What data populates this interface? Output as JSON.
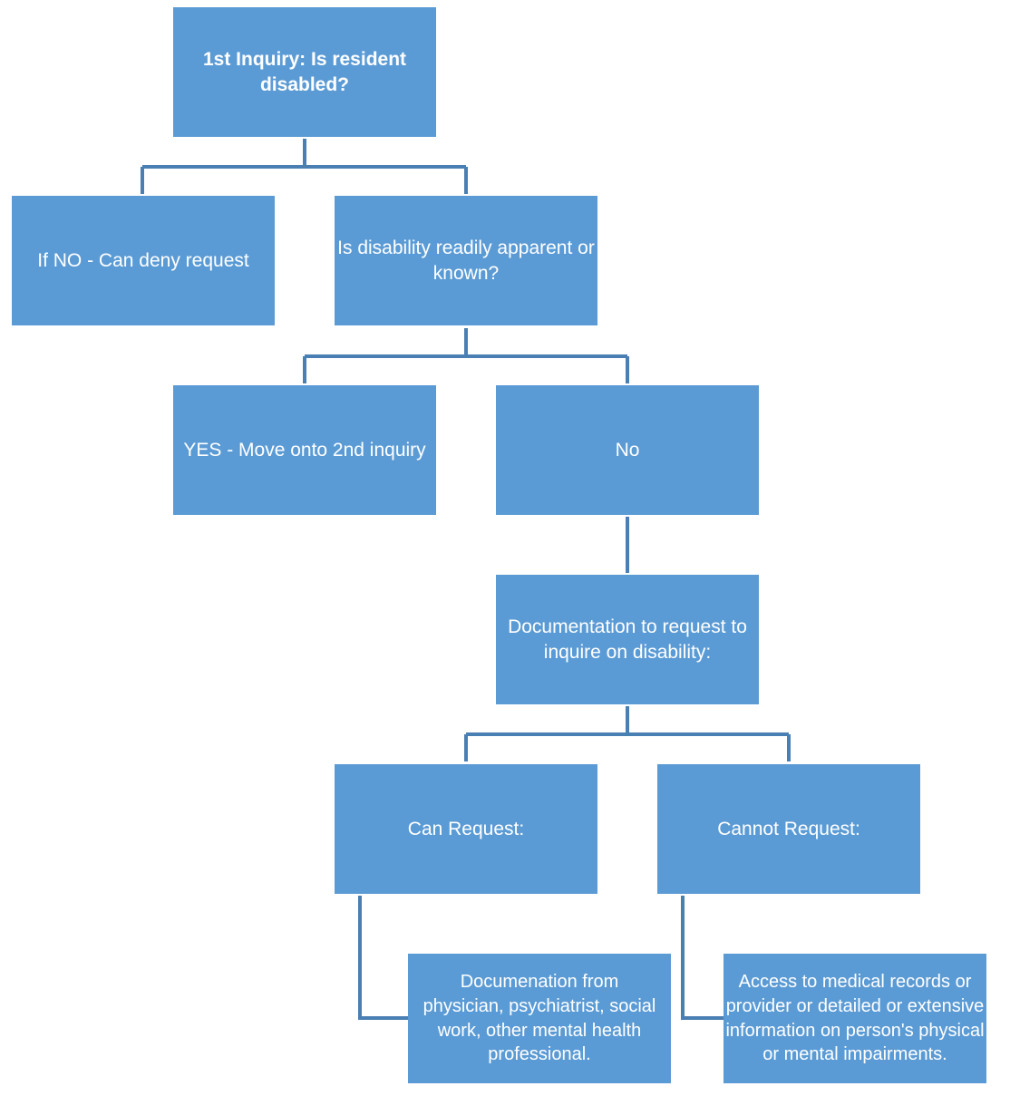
{
  "diagram": {
    "nodes": {
      "first_inquiry": "1st Inquiry: Is resident disabled?",
      "if_no": "If NO - Can deny request",
      "readily_apparent": "Is disability readily apparent or known?",
      "yes_move": "YES - Move onto 2nd inquiry",
      "no": "No",
      "documentation": "Documentation to request to inquire on disability:",
      "can_request": "Can Request:",
      "cannot_request": "Cannot Request:",
      "can_detail": "Documenation from physician, psychiatrist, social work, other mental health professional.",
      "cannot_detail": "Access to medical records or provider or detailed or extensive information on person's physical or mental impairments."
    },
    "colors": {
      "node_fill": "#5b9bd5",
      "connector": "#4a7fb3",
      "node_text": "#ffffff"
    }
  }
}
